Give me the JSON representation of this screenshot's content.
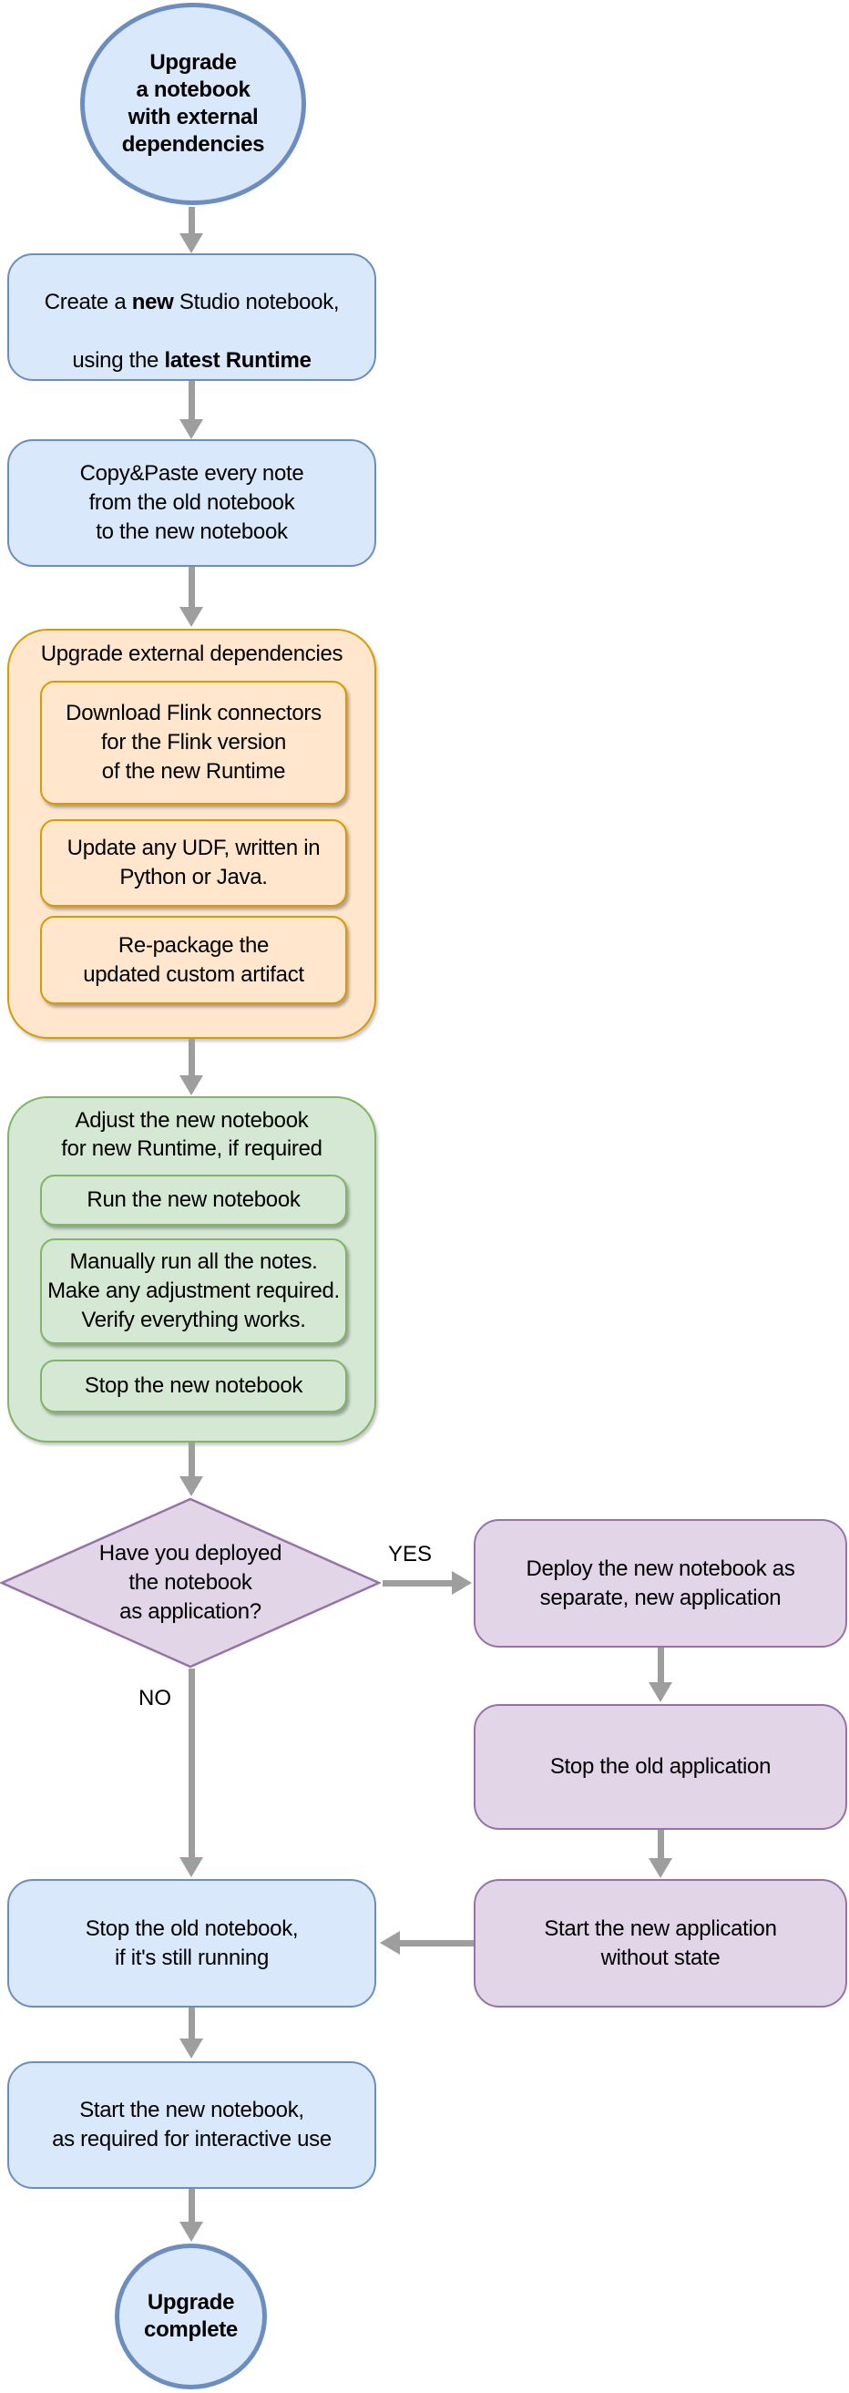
{
  "diagram": {
    "colors": {
      "blue_fill": "#dae8fc",
      "blue_stroke": "#6c8ebf",
      "orange_fill": "#ffe6cc",
      "orange_stroke": "#d79b00",
      "green_fill": "#d5e8d4",
      "green_stroke": "#82b366",
      "purple_fill": "#e1d5e7",
      "purple_stroke": "#9673a6",
      "arrow": "#9e9e9e",
      "text": "#000000",
      "background": "#ffffff"
    },
    "nodes": {
      "start": {
        "label": "Upgrade\na notebook\nwith external\ndependencies"
      },
      "create": {
        "l1a": "Create a ",
        "l1b": "new",
        "l1c": " Studio notebook,",
        "l2a": "using the ",
        "l2b": "latest Runtime"
      },
      "copy_paste": {
        "label": "Copy&Paste every note\nfrom the old notebook\nto the new notebook"
      },
      "upgrade_deps": {
        "title": "Upgrade external dependencies",
        "download": {
          "label": "Download Flink connectors\nfor the Flink version\nof the new Runtime"
        },
        "update_udf": {
          "label": "Update any UDF, written in\nPython or Java."
        },
        "repackage": {
          "label": "Re-package the\nupdated custom artifact"
        }
      },
      "adjust": {
        "title": "Adjust the new notebook\nfor new Runtime, if required",
        "run": {
          "label": "Run the new notebook"
        },
        "manual": {
          "label": "Manually run all the notes.\nMake any adjustment required.\nVerify everything works."
        },
        "stop": {
          "label": "Stop the new notebook"
        }
      },
      "decision": {
        "label": "Have you deployed\nthe notebook\nas application?"
      },
      "deploy_app": {
        "label": "Deploy the new notebook as\nseparate, new application"
      },
      "stop_old_app": {
        "label": "Stop the old application"
      },
      "start_new_app": {
        "label": "Start the new application\nwithout state"
      },
      "stop_old_notebook": {
        "label": "Stop the old notebook,\nif it's still running"
      },
      "start_new_notebook": {
        "label": "Start the new notebook,\nas required for interactive use"
      },
      "end": {
        "label": "Upgrade\ncomplete"
      }
    },
    "edge_labels": {
      "yes": "YES",
      "no": "NO"
    }
  }
}
